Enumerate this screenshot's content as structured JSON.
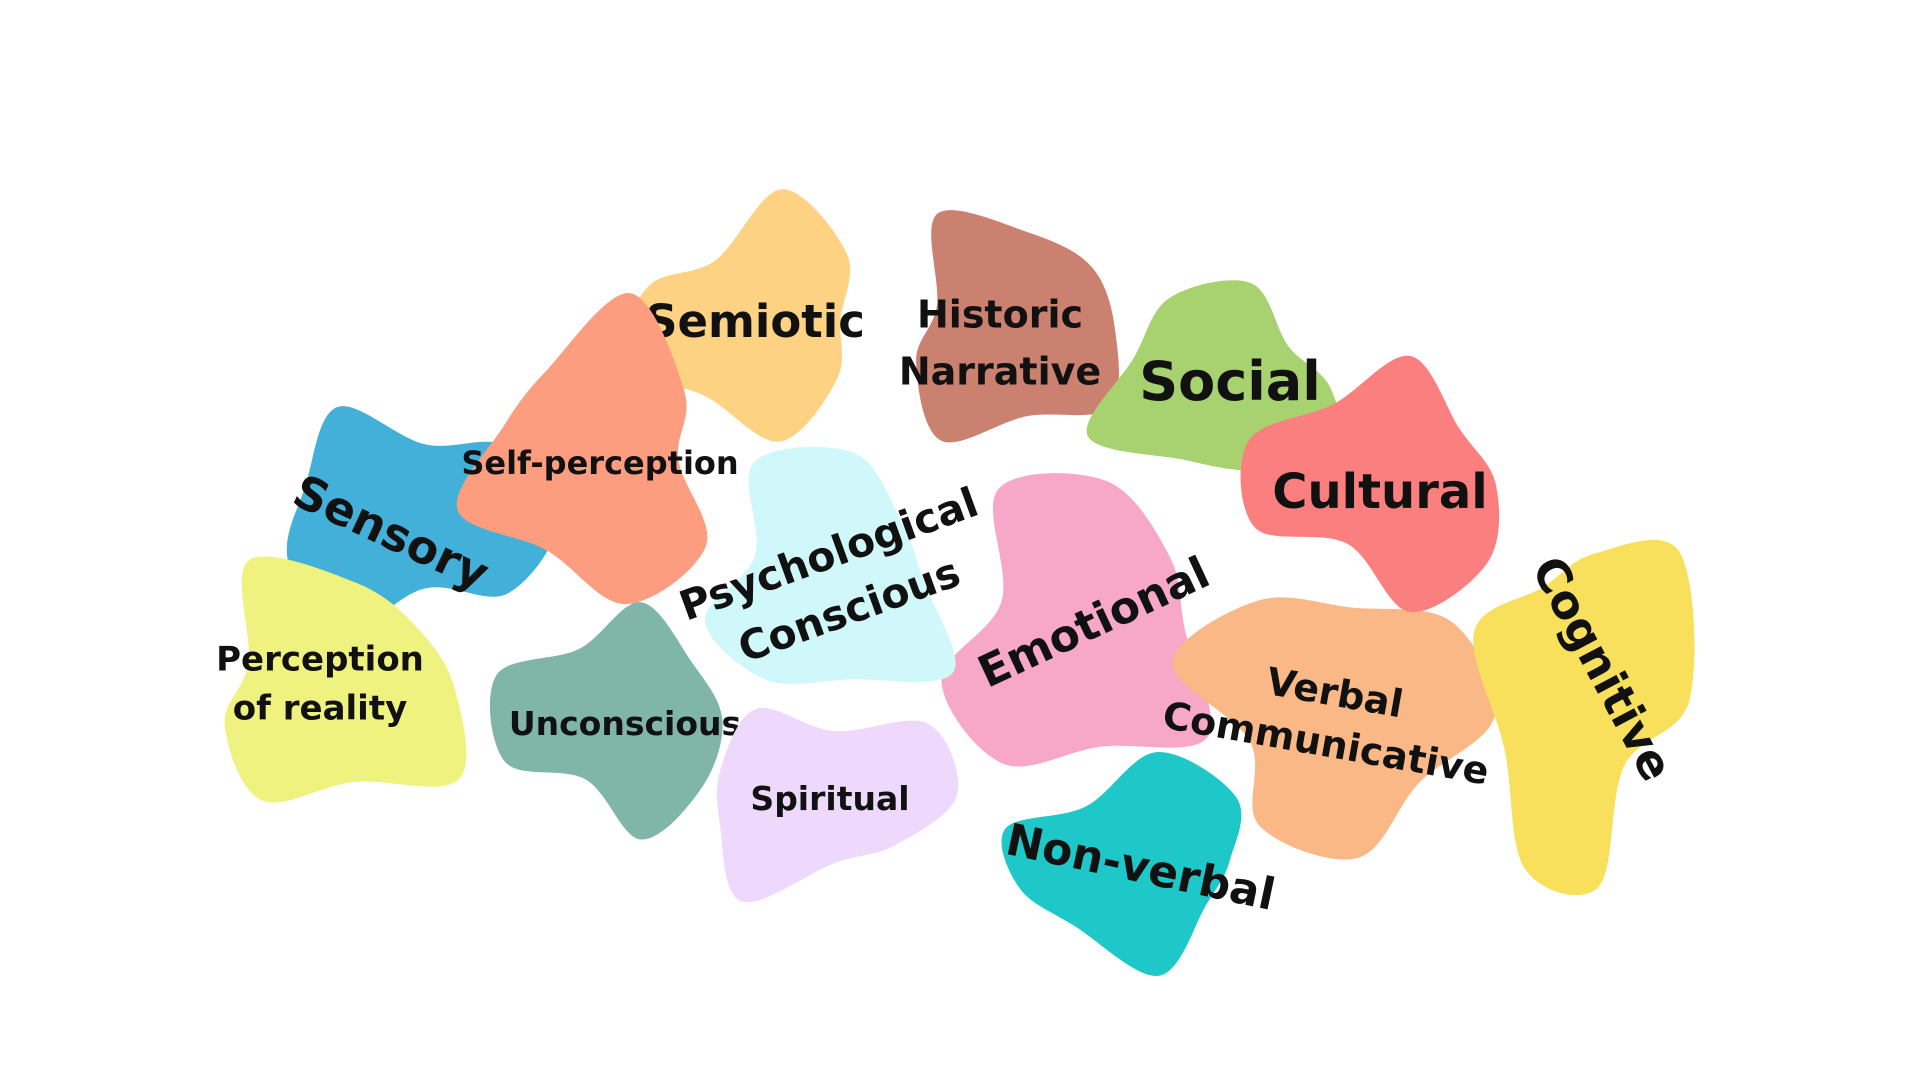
{
  "diagram": {
    "blobs": [
      {
        "id": "semiotic",
        "lines": [
          "Semiotic"
        ],
        "color": "#FDD283"
      },
      {
        "id": "historic-narrative",
        "lines": [
          "Historic",
          "Narrative"
        ],
        "color": "#CB8170"
      },
      {
        "id": "social",
        "lines": [
          "Social"
        ],
        "color": "#A7D26F"
      },
      {
        "id": "sensory",
        "lines": [
          "Sensory"
        ],
        "color": "#43B0D9"
      },
      {
        "id": "self-perception",
        "lines": [
          "Self-perception"
        ],
        "color": "#FC9D80"
      },
      {
        "id": "perception-of-reality",
        "lines": [
          "Perception",
          "of reality"
        ],
        "color": "#EFF27F"
      },
      {
        "id": "unconscious",
        "lines": [
          "Unconscious"
        ],
        "color": "#80B6A8"
      },
      {
        "id": "spiritual",
        "lines": [
          "Spiritual"
        ],
        "color": "#EED9FD"
      },
      {
        "id": "non-verbal",
        "lines": [
          "Non-verbal"
        ],
        "color": "#1EC8C8"
      },
      {
        "id": "emotional",
        "lines": [
          "Emotional"
        ],
        "color": "#F7A8C8"
      },
      {
        "id": "verbal-communicative",
        "lines": [
          "Verbal",
          "Communicative"
        ],
        "color": "#F9B886"
      },
      {
        "id": "cultural",
        "lines": [
          "Cultural"
        ],
        "color": "#FC7F7F"
      },
      {
        "id": "cognitive",
        "lines": [
          "Cognitive"
        ],
        "color": "#F8DF5C"
      },
      {
        "id": "psychological-conscious",
        "lines": [
          "Psychological",
          "Conscious"
        ],
        "color": "#D0F8FA"
      }
    ]
  }
}
